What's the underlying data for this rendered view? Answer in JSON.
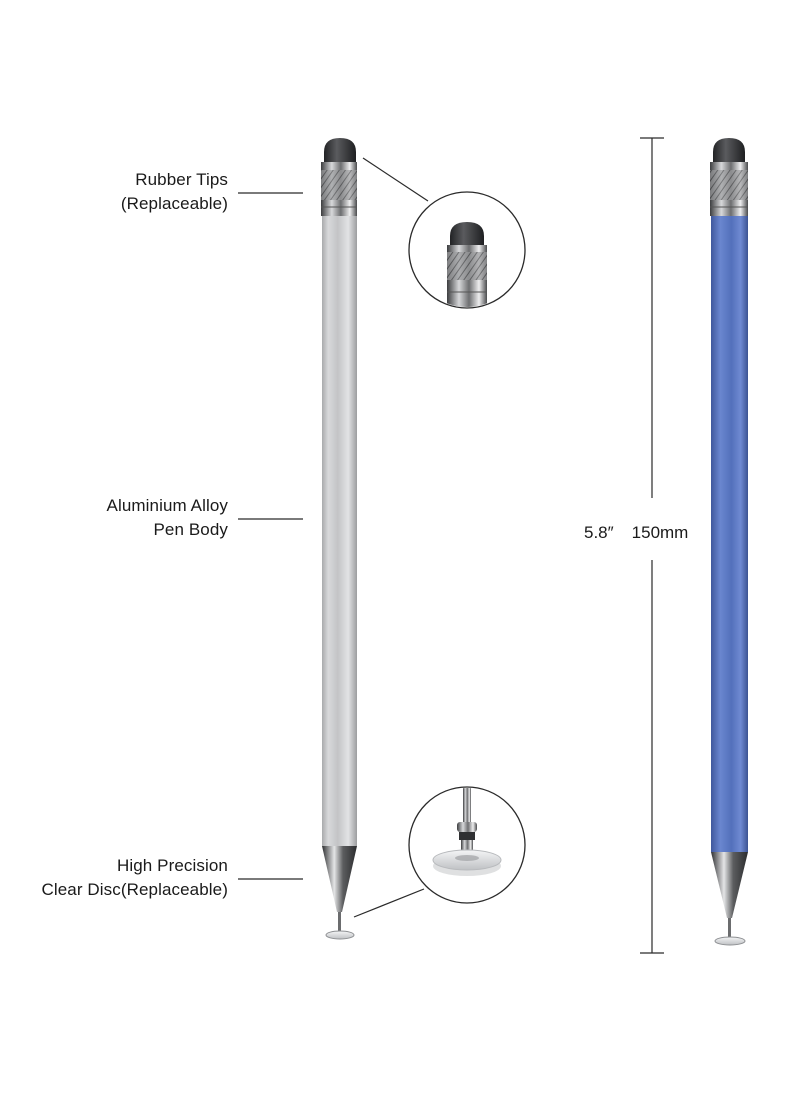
{
  "callouts": {
    "rubber_tips": {
      "line1": "Rubber Tips",
      "line2": "(Replaceable)"
    },
    "pen_body": {
      "line1": "Aluminium Alloy",
      "line2": "Pen Body"
    },
    "clear_disc": {
      "line1": "High Precision",
      "line2": "Clear Disc(Replaceable)"
    }
  },
  "dimension": {
    "inches": "5.8″",
    "millimeters": "150mm"
  },
  "colors": {
    "silver_pen": "#c9cacc",
    "blue_pen": "#5671b8",
    "tip_rubber": "#3a3b3d",
    "leader_line": "#2a2a2a"
  },
  "icons": {
    "tip_zoom": "magnified-rubber-tip-icon",
    "disc_zoom": "magnified-clear-disc-icon"
  }
}
